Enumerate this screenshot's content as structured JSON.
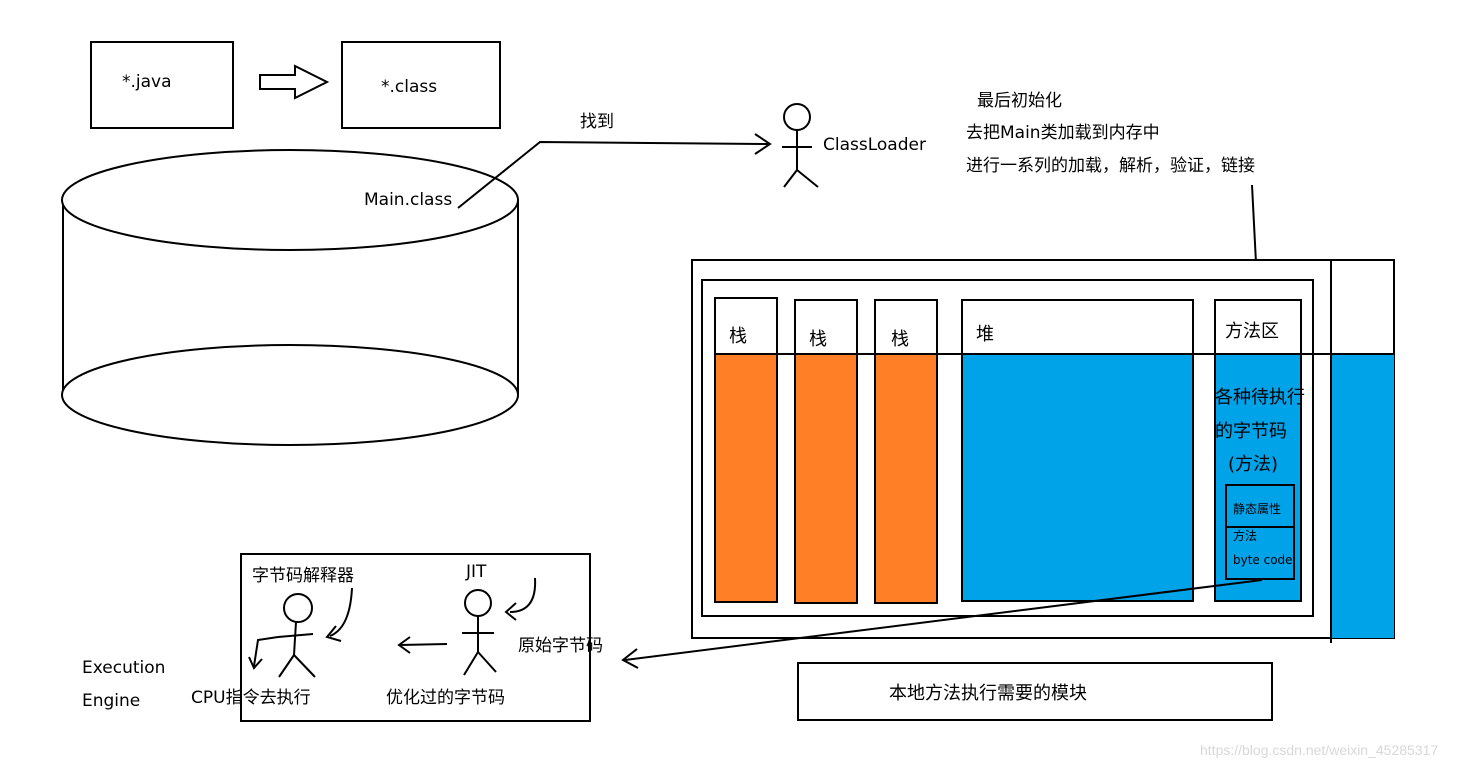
{
  "files": {
    "source": "*.java",
    "compiled": "*.class"
  },
  "disk": {
    "file_label": "Main.class"
  },
  "loader": {
    "find_label": "找到",
    "name": "ClassLoader"
  },
  "loading_notes": [
    "最后初始化",
    "去把Main类加载到内存中",
    "进行一系列的加载，解析，验证，链接"
  ],
  "runtime": {
    "stacks": [
      "栈",
      "栈",
      "栈"
    ],
    "heap": "堆",
    "method_area": {
      "title": "方法区",
      "content_lines": [
        "各种待执行",
        "的字节码",
        "(方法)"
      ],
      "class_box": [
        "静态属性",
        "方法",
        "byte code"
      ]
    }
  },
  "native_module": "本地方法执行需要的模块",
  "engine": {
    "title_lines": [
      "Execution",
      "Engine"
    ],
    "interpreter": "字节码解释器",
    "jit": "JIT",
    "raw_bytecode": "原始字节码",
    "cpu_exec": "CPU指令去执行",
    "optimized": "优化过的字节码"
  },
  "watermark": "https://blog.csdn.net/weixin_45285317",
  "colors": {
    "stack_fill": "#ff7f27",
    "heap_fill": "#00a2e8",
    "stroke": "#000000"
  }
}
